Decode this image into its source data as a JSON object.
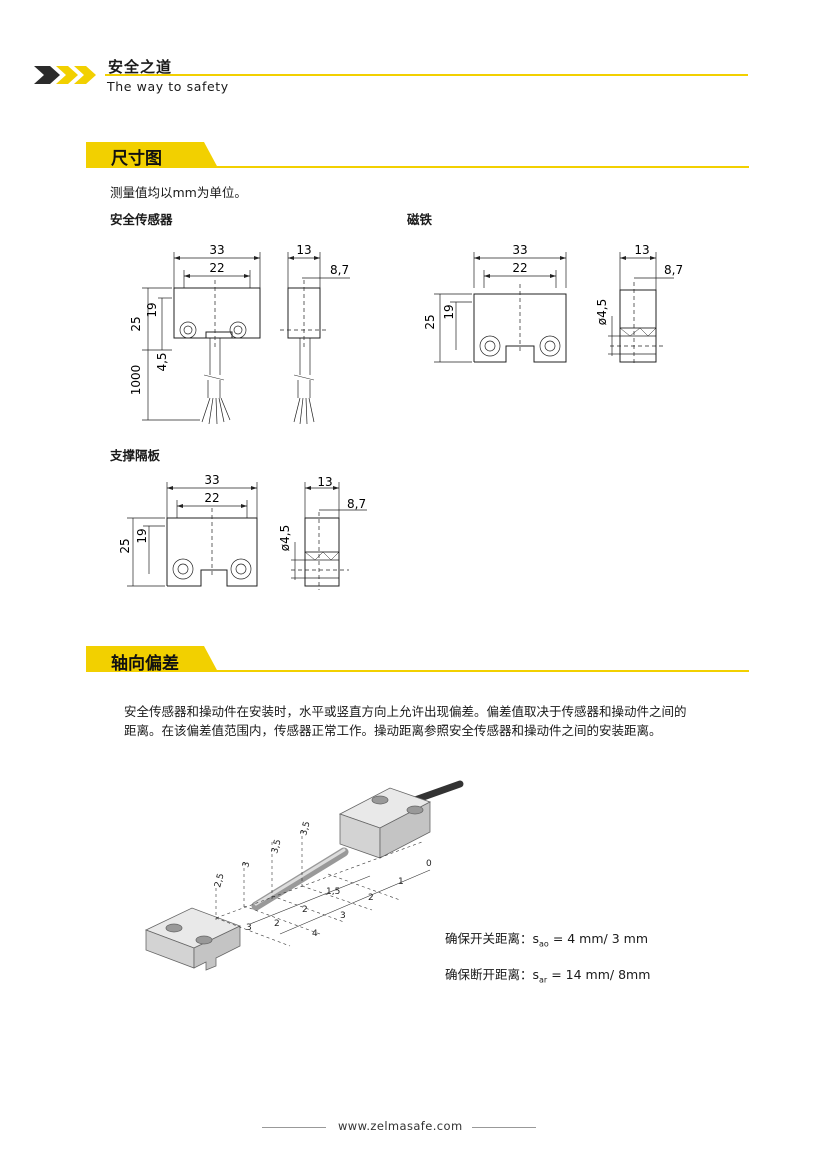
{
  "header": {
    "brand_cn": "安全之道",
    "brand_en": "The way to safety",
    "accent_color": "#f2d000"
  },
  "section_dimensions": {
    "title": "尺寸图",
    "note": "测量值均以mm为单位。",
    "sensor_title": "安全传感器",
    "magnet_title": "磁铁",
    "bracket_title": "支撑隔板",
    "sensor_front": {
      "w_outer": "33",
      "w_inner": "22",
      "h_outer": "25",
      "h_inner": "19",
      "slot": "4,5",
      "cable": "1000"
    },
    "sensor_side": {
      "w": "13",
      "d": "8,7"
    },
    "magnet_front": {
      "w_outer": "33",
      "w_inner": "22",
      "h_outer": "25",
      "h_inner": "19"
    },
    "magnet_side": {
      "w": "13",
      "d": "8,7",
      "hole": "ø4,5"
    },
    "bracket_front": {
      "w_outer": "33",
      "w_inner": "22",
      "h_outer": "25",
      "h_inner": "19"
    },
    "bracket_side": {
      "w": "13",
      "d": "8,7",
      "hole": "ø4,5"
    }
  },
  "section_deviation": {
    "title": "轴向偏差",
    "paragraph_line1": "安全传感器和操动件在安装时，水平或竖直方向上允许出现偏差。偏差值取决于传感器和操动件之间的",
    "paragraph_line2": "距离。在该偏差值范围内，传感器正常工作。操动距离参照安全传感器和操动件之间的安装距离。",
    "iso_labels": {
      "v1": "2,5",
      "v2": "3",
      "v3": "3,5",
      "v4": "3,5",
      "s0": "0",
      "s1": "1",
      "s2": "2",
      "s3": "3",
      "s4": "4",
      "h1": "1,5",
      "h2": "2",
      "h3": "2",
      "h4": "3"
    },
    "legend1_label": "确保开关距离：",
    "legend1_sym": "s",
    "legend1_sub": "ao",
    "legend1_value": "= 4 mm/ 3 mm",
    "legend2_label": "确保断开距离：",
    "legend2_sym": "s",
    "legend2_sub": "ar",
    "legend2_value": "=  14 mm/ 8mm"
  },
  "footer": {
    "url": "www.zelmasafe.com"
  }
}
